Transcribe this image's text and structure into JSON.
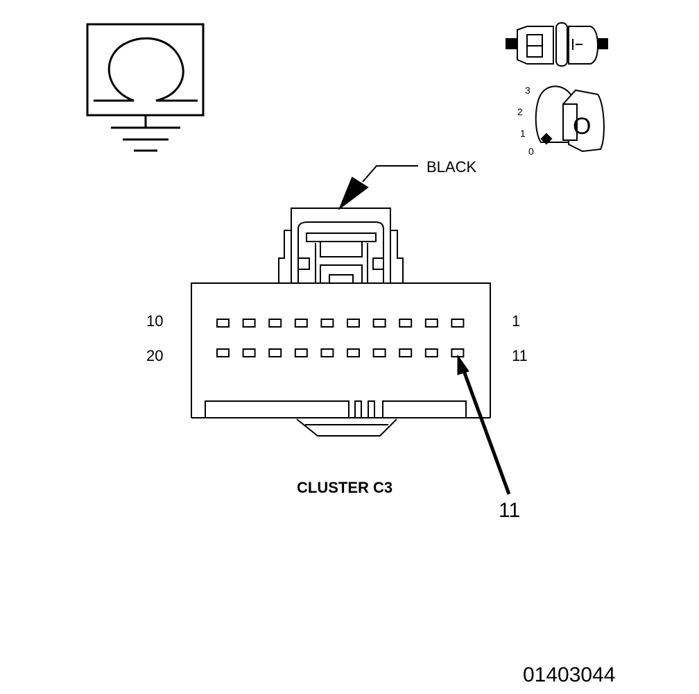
{
  "ohmmeter": {
    "symbol": "Ω"
  },
  "ignition": {
    "positions": [
      "3",
      "2",
      "1",
      "0"
    ],
    "key_label": "O"
  },
  "connector": {
    "color_callout": "BLACK",
    "row1_left": "10",
    "row1_right": "1",
    "row2_left": "20",
    "row2_right": "11",
    "name": "CLUSTER C3",
    "pins_per_row": 10
  },
  "pin_callout": "11",
  "figure_id": "01403044"
}
